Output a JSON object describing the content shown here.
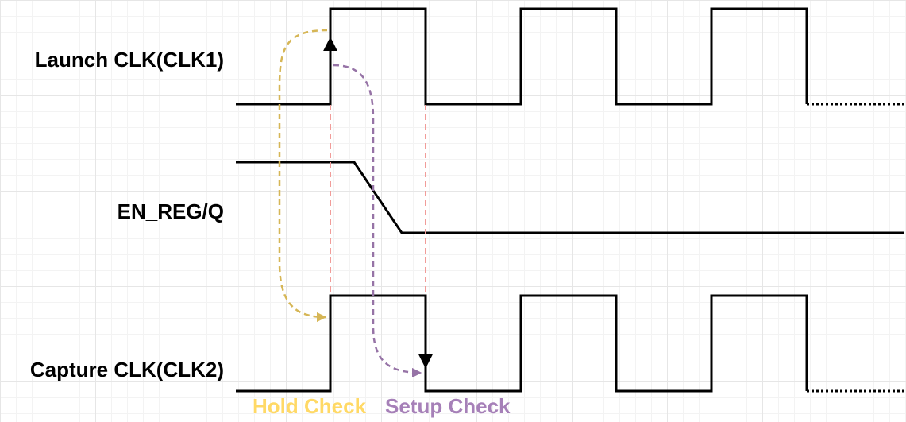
{
  "signals": {
    "launch": "Launch CLK(CLK1)",
    "en_reg": "EN_REG/Q",
    "capture": "Capture CLK(CLK2)"
  },
  "checks": {
    "hold": "Hold Check",
    "setup": "Setup Check"
  },
  "colors": {
    "waveform": "#000000",
    "hold": "#d6b656",
    "setup": "#9673a6",
    "edge_marker": "#f19c99"
  }
}
